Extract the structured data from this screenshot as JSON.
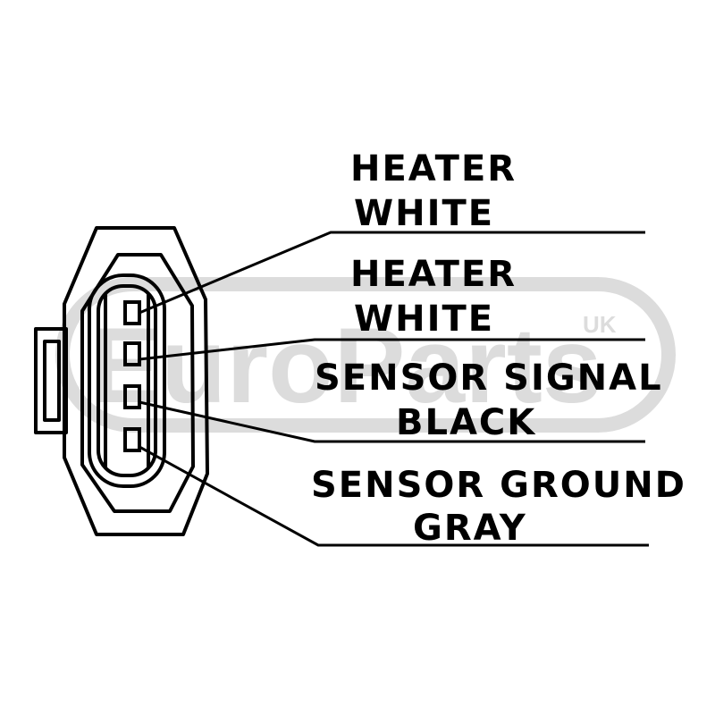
{
  "diagram": {
    "pins": [
      {
        "name": "HEATER",
        "color": "WHITE"
      },
      {
        "name": "HEATER",
        "color": "WHITE"
      },
      {
        "name": "SENSOR SIGNAL",
        "color": "BLACK"
      },
      {
        "name": "SENSOR GROUND",
        "color": "GRAY"
      }
    ]
  },
  "watermark": {
    "brand": "EuroParts",
    "region": "UK"
  },
  "colors": {
    "ink": "#000000",
    "watermark": "#dcdcdc",
    "background": "#ffffff"
  }
}
